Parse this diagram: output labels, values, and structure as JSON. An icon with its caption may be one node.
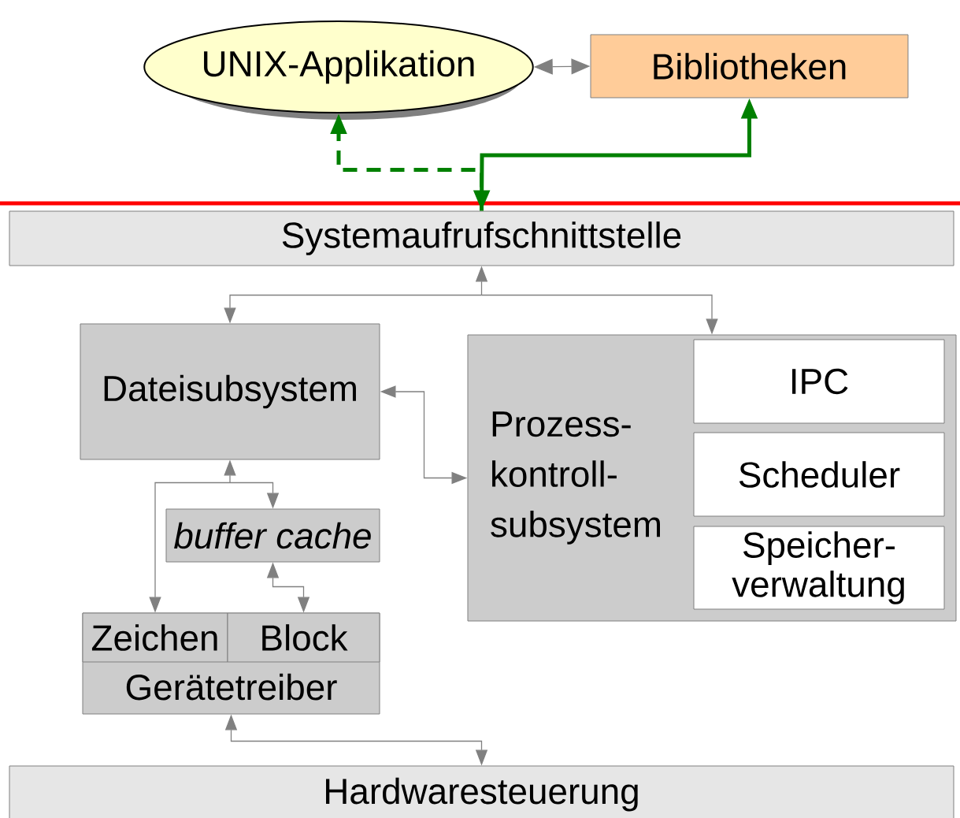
{
  "diagram": {
    "nodes": [
      {
        "text": [
          "UNIX-Applikation"
        ]
      },
      {
        "text": [
          "Bibliotheken"
        ]
      },
      {
        "text": [
          "Systemaufrufschnittstelle"
        ]
      },
      {
        "text": [
          "Dateisubsystem"
        ]
      },
      {
        "text": [
          "Prozess- kontroll- subsystem"
        ]
      },
      {
        "text": [
          "IPC"
        ],
        "in": 4
      },
      {
        "text": [
          "Scheduler"
        ],
        "in": 4
      },
      {
        "text": [
          "Speicher- verwaltung"
        ],
        "in": 4
      },
      {
        "text": [
          "*buffer cache*"
        ]
      },
      {
        "text": [
          "Gerätetreiber"
        ]
      },
      {
        "text": [
          "Zeichen"
        ],
        "in": 9
      },
      {
        "text": [
          "Block"
        ],
        "in": 9
      },
      {
        "text": [
          "Hardwaresteuerung"
        ]
      }
    ],
    "edges": [
      {
        "from": 0,
        "to": 1,
        "arrow": "both"
      },
      {
        "from": 1,
        "to": 2,
        "arrow": "both",
        "style": "thick",
        "color": "#008000"
      },
      {
        "from": 2,
        "to": 0,
        "arrow": "to",
        "style": "dashed",
        "color": "#008000"
      },
      {
        "from": 2,
        "to": 3,
        "arrow": "both"
      },
      {
        "from": 2,
        "to": 4,
        "arrow": "both"
      },
      {
        "from": 3,
        "to": 4,
        "arrow": "both"
      },
      {
        "from": 3,
        "to": 8,
        "arrow": "both"
      },
      {
        "from": 3,
        "to": 10,
        "arrow": "both"
      },
      {
        "from": 8,
        "to": 11,
        "arrow": "both"
      },
      {
        "from": 9,
        "to": 12,
        "arrow": "both"
      }
    ]
  }
}
